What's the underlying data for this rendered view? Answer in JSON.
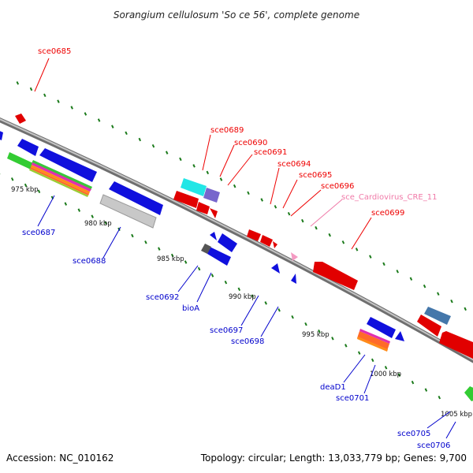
{
  "title": "Sorangium cellulosum 'So ce 56', complete genome",
  "footer": {
    "accession": "Accession: NC_010162",
    "topology": "Topology: circular; Length: 13,033,779 bp; Genes: 9,700"
  },
  "colors": {
    "forward_label": "#ee0000",
    "reverse_label": "#0000cc",
    "rna_label": "#f07aa8",
    "backbone": "#9a9a9a",
    "tick": "#1a7a1a"
  },
  "scale_labels": [
    "975 kbp",
    "980 kbp",
    "985 kbp",
    "990 kbp",
    "995 kbp",
    "1000 kbp",
    "1005 kbp"
  ],
  "gene_labels": {
    "sce0685": "sce0685",
    "sce0689": "sce0689",
    "sce0690": "sce0690",
    "sce0691": "sce0691",
    "sce0694": "sce0694",
    "sce0695": "sce0695",
    "sce0696": "sce0696",
    "sce_Cardiovirus_CRE_11": "sce_Cardiovirus_CRE_11",
    "sce0699": "sce0699",
    "sce0687": "sce0687",
    "sce0688": "sce0688",
    "sce0692": "sce0692",
    "bioA": "bioA",
    "sce0697": "sce0697",
    "sce0698": "sce0698",
    "deaD1": "deaD1",
    "sce0701": "sce0701",
    "sce0705": "sce0705",
    "sce0706": "sce0706"
  }
}
